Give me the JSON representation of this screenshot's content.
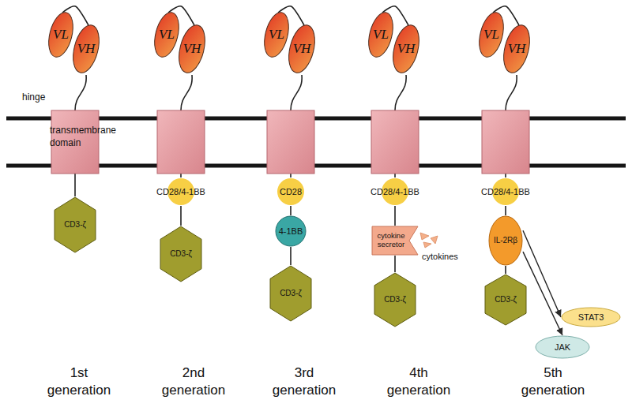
{
  "diagram": {
    "nodes": [
      {
        "text": [
          "VL"
        ]
      },
      {
        "text": [
          "VH"
        ]
      },
      {
        "text": [
          "CD3-ζ"
        ]
      },
      {
        "text": [
          "VL"
        ]
      },
      {
        "text": [
          "VH"
        ]
      },
      {
        "text": [
          "CD28/4-1BB"
        ]
      },
      {
        "text": [
          "CD3-ζ"
        ]
      },
      {
        "text": [
          "VL"
        ]
      },
      {
        "text": [
          "VH"
        ]
      },
      {
        "text": [
          "CD28"
        ]
      },
      {
        "text": [
          "4-1BB"
        ]
      },
      {
        "text": [
          "CD3-ζ"
        ]
      },
      {
        "text": [
          "VL"
        ]
      },
      {
        "text": [
          "VH"
        ]
      },
      {
        "text": [
          "CD28/4-1BB"
        ]
      },
      {
        "text": [
          "cytokine secretor"
        ]
      },
      {
        "text": [
          "CD3-ζ"
        ]
      },
      {
        "text": [
          "VL"
        ]
      },
      {
        "text": [
          "VH"
        ]
      },
      {
        "text": [
          "CD28/4-1BB"
        ]
      },
      {
        "text": [
          "IL-2Rβ"
        ]
      },
      {
        "text": [
          "CD3-ζ"
        ]
      },
      {
        "text": [
          "STAT3"
        ]
      },
      {
        "text": [
          "JAK"
        ]
      }
    ],
    "edges": [
      {
        "from": 0,
        "to": 1,
        "arrow": "none"
      },
      {
        "from": 3,
        "to": 4,
        "arrow": "none"
      },
      {
        "from": 7,
        "to": 8,
        "arrow": "none"
      },
      {
        "from": 12,
        "to": 13,
        "arrow": "none"
      },
      {
        "from": 17,
        "to": 18,
        "arrow": "none"
      },
      {
        "from": 5,
        "to": 6,
        "arrow": "none"
      },
      {
        "from": 9,
        "to": 10,
        "arrow": "none"
      },
      {
        "from": 10,
        "to": 11,
        "arrow": "none"
      },
      {
        "from": 14,
        "to": 15,
        "arrow": "none"
      },
      {
        "from": 15,
        "to": 16,
        "arrow": "none"
      },
      {
        "from": 19,
        "to": 20,
        "arrow": "none"
      },
      {
        "from": 20,
        "to": 21,
        "arrow": "none"
      },
      {
        "from": 20,
        "to": 22,
        "arrow": "to"
      },
      {
        "from": 20,
        "to": 23,
        "arrow": "to"
      }
    ],
    "labels": [
      "hinge",
      "transmembrane domain",
      "cytokines",
      "1st generation",
      "2nd generation",
      "3rd generation",
      "4th generation",
      "5th generation"
    ]
  }
}
